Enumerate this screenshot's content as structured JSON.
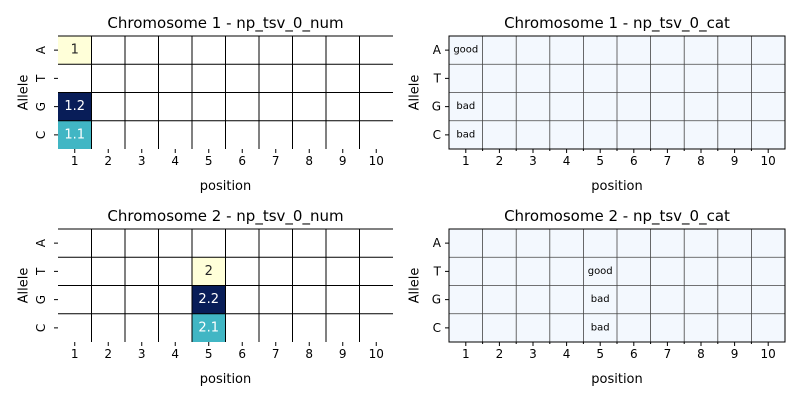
{
  "chart_data": [
    {
      "type": "heatmap",
      "title": "Chromosome 1 - np_tsv_0_num",
      "xlabel": "position",
      "ylabel": "Allele",
      "x_categories": [
        "1",
        "2",
        "3",
        "4",
        "5",
        "6",
        "7",
        "8",
        "9",
        "10"
      ],
      "y_categories": [
        "A",
        "T",
        "G",
        "C"
      ],
      "y_tick_rotation": "vertical",
      "cells": [
        {
          "allele": "A",
          "position": "1",
          "value": 1,
          "label": "1",
          "color": "#ffffd9"
        },
        {
          "allele": "G",
          "position": "1",
          "value": 1.2,
          "label": "1.2",
          "color": "#081d58"
        },
        {
          "allele": "C",
          "position": "1",
          "value": 1.1,
          "label": "1.1",
          "color": "#41b6c4"
        }
      ],
      "colormap": "YlGnBu",
      "grid": true
    },
    {
      "type": "heatmap",
      "title": "Chromosome 1 - np_tsv_0_cat",
      "xlabel": "position",
      "ylabel": "Allele",
      "x_categories": [
        "1",
        "2",
        "3",
        "4",
        "5",
        "6",
        "7",
        "8",
        "9",
        "10"
      ],
      "y_categories": [
        "A",
        "T",
        "G",
        "C"
      ],
      "y_tick_rotation": "horizontal",
      "background": "#f3f8fe",
      "cells": [
        {
          "allele": "A",
          "position": "1",
          "label": "good"
        },
        {
          "allele": "G",
          "position": "1",
          "label": "bad"
        },
        {
          "allele": "C",
          "position": "1",
          "label": "bad"
        }
      ],
      "grid": true
    },
    {
      "type": "heatmap",
      "title": "Chromosome 2 - np_tsv_0_num",
      "xlabel": "position",
      "ylabel": "Allele",
      "x_categories": [
        "1",
        "2",
        "3",
        "4",
        "5",
        "6",
        "7",
        "8",
        "9",
        "10"
      ],
      "y_categories": [
        "A",
        "T",
        "G",
        "C"
      ],
      "y_tick_rotation": "vertical",
      "cells": [
        {
          "allele": "T",
          "position": "5",
          "value": 2,
          "label": "2",
          "color": "#ffffd9"
        },
        {
          "allele": "G",
          "position": "5",
          "value": 2.2,
          "label": "2.2",
          "color": "#081d58"
        },
        {
          "allele": "C",
          "position": "5",
          "value": 2.1,
          "label": "2.1",
          "color": "#41b6c4"
        }
      ],
      "colormap": "YlGnBu",
      "grid": true
    },
    {
      "type": "heatmap",
      "title": "Chromosome 2 - np_tsv_0_cat",
      "xlabel": "position",
      "ylabel": "Allele",
      "x_categories": [
        "1",
        "2",
        "3",
        "4",
        "5",
        "6",
        "7",
        "8",
        "9",
        "10"
      ],
      "y_categories": [
        "A",
        "T",
        "G",
        "C"
      ],
      "y_tick_rotation": "horizontal",
      "background": "#f3f8fe",
      "cells": [
        {
          "allele": "T",
          "position": "5",
          "label": "good"
        },
        {
          "allele": "G",
          "position": "5",
          "label": "bad"
        },
        {
          "allele": "C",
          "position": "5",
          "label": "bad"
        }
      ],
      "grid": true
    }
  ]
}
